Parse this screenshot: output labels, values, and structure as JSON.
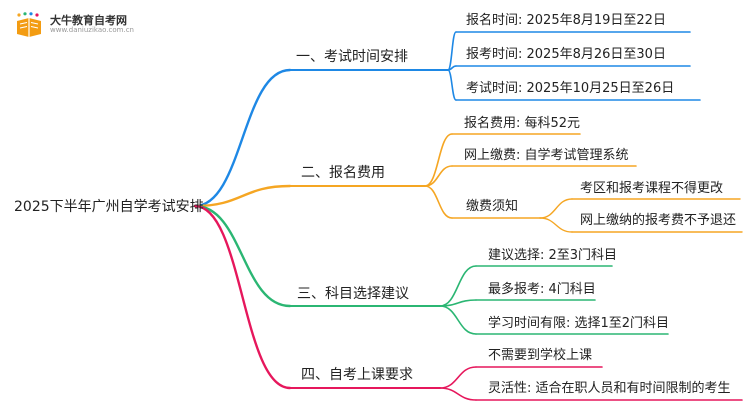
{
  "watermark": {
    "name": "大牛教育自考网",
    "url": "www.daniuzikao.com.cn"
  },
  "colors": {
    "blue": "#1e88e5",
    "orange": "#f5a623",
    "green": "#2bb673",
    "pink": "#e6175c"
  },
  "root": {
    "label": "2025下半年广州自学考试安排"
  },
  "branches": [
    {
      "label": "一、考试时间安排",
      "color": "#1e88e5",
      "children": [
        {
          "label": "报名时间: 2025年8月19日至22日"
        },
        {
          "label": "报考时间: 2025年8月26日至30日"
        },
        {
          "label": "考试时间: 2025年10月25日至26日"
        }
      ]
    },
    {
      "label": "二、报名费用",
      "color": "#f5a623",
      "children": [
        {
          "label": "报名费用: 每科52元"
        },
        {
          "label": "网上缴费: 自学考试管理系统"
        },
        {
          "label": "缴费须知",
          "children": [
            {
              "label": "考区和报考课程不得更改"
            },
            {
              "label": "网上缴纳的报考费不予退还"
            }
          ]
        }
      ]
    },
    {
      "label": "三、科目选择建议",
      "color": "#2bb673",
      "children": [
        {
          "label": "建议选择: 2至3门科目"
        },
        {
          "label": "最多报考: 4门科目"
        },
        {
          "label": "学习时间有限: 选择1至2门科目"
        }
      ]
    },
    {
      "label": "四、自考上课要求",
      "color": "#e6175c",
      "children": [
        {
          "label": "不需要到学校上课"
        },
        {
          "label": "灵活性: 适合在职人员和有时间限制的考生"
        }
      ]
    }
  ]
}
